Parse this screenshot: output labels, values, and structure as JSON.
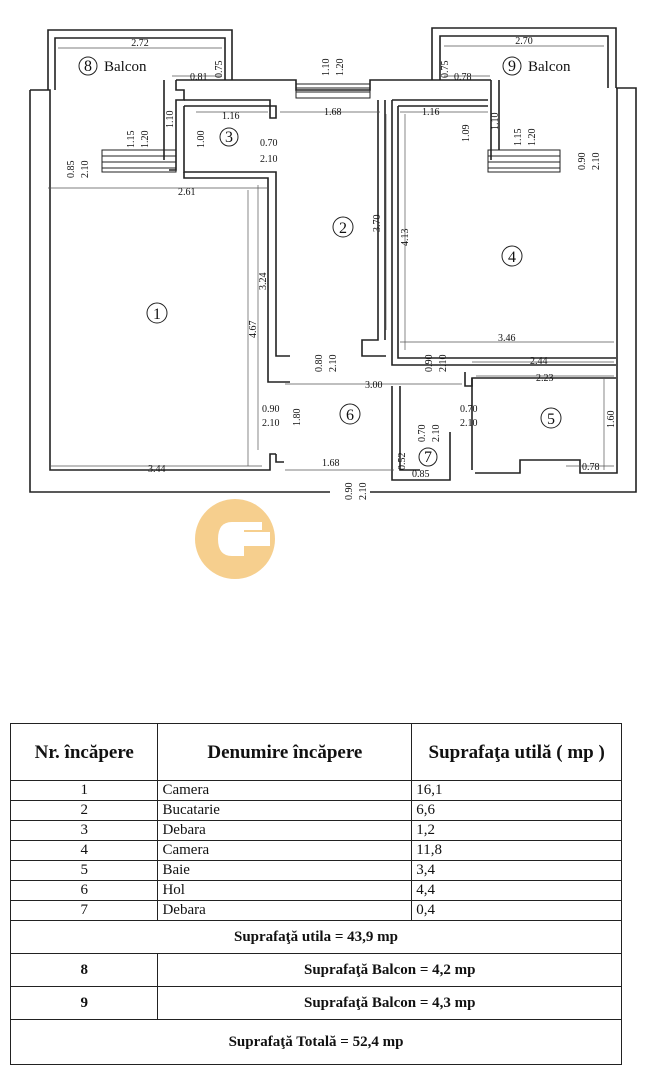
{
  "plan": {
    "balcony_left": {
      "num": "8",
      "label": "Balcon"
    },
    "balcony_right": {
      "num": "9",
      "label": "Balcon"
    },
    "rooms": [
      "1",
      "2",
      "3",
      "4",
      "5",
      "6",
      "7"
    ],
    "dims": {
      "d272": "2.72",
      "d075a": "0.75",
      "d081": "0.81",
      "d110a": "1.10",
      "d120a": "1.20",
      "d270": "2.70",
      "d075b": "0.75",
      "d078a": "0.78",
      "d116a": "1.16",
      "d168a": "1.68",
      "d116b": "1.16",
      "d110b": "1.10",
      "d115a": "1.15",
      "d120b": "1.20",
      "d110c": "1.10",
      "d100": "1.00",
      "d070a": "0.70",
      "d210a": "2.10",
      "d109": "1.09",
      "d115b": "1.15",
      "d120c": "1.20",
      "d090a": "0.90",
      "d210b": "2.10",
      "d085": "0.85",
      "d210c": "2.10",
      "d261": "2.61",
      "d370": "3.70",
      "d413": "4.13",
      "d324": "3.24",
      "d467": "4.67",
      "d346": "3.46",
      "d244": "2.44",
      "d223": "2.23",
      "d080": "0.80",
      "d210d": "2.10",
      "d090b": "0.90",
      "d210e": "2.10",
      "d300": "3.00",
      "d090c": "0.90",
      "d210f": "2.10",
      "d180": "1.80",
      "d070b": "0.70",
      "d210g": "2.10",
      "d070c": "0.70",
      "d210h": "2.10",
      "d160": "1.60",
      "d344": "3.44",
      "d168b": "1.68",
      "d052": "0.52",
      "d085b": "0.85",
      "d078b": "0.78",
      "d090d": "0.90",
      "d210i": "2.10"
    }
  },
  "table": {
    "headers": {
      "nr": "Nr. încăpere",
      "name": "Denumire încăpere",
      "area": "Suprafaţa utilă ( mp )"
    },
    "rows": [
      {
        "nr": "1",
        "name": "Camera",
        "area": "16,1"
      },
      {
        "nr": "2",
        "name": "Bucatarie",
        "area": "6,6"
      },
      {
        "nr": "3",
        "name": "Debara",
        "area": "1,2"
      },
      {
        "nr": "4",
        "name": "Camera",
        "area": "11,8"
      },
      {
        "nr": "5",
        "name": "Baie",
        "area": "3,4"
      },
      {
        "nr": "6",
        "name": "Hol",
        "area": "4,4"
      },
      {
        "nr": "7",
        "name": "Debara",
        "area": "0,4"
      }
    ],
    "util_total": "Suprafaţă utila = 43,9 mp",
    "balcony_rows": [
      {
        "nr": "8",
        "text": "Suprafaţă Balcon = 4,2 mp"
      },
      {
        "nr": "9",
        "text": "Suprafaţă Balcon = 4,3 mp"
      }
    ],
    "grand_total": "Suprafaţă Totală = 52,4 mp"
  },
  "logo_color": "#f5c77a"
}
